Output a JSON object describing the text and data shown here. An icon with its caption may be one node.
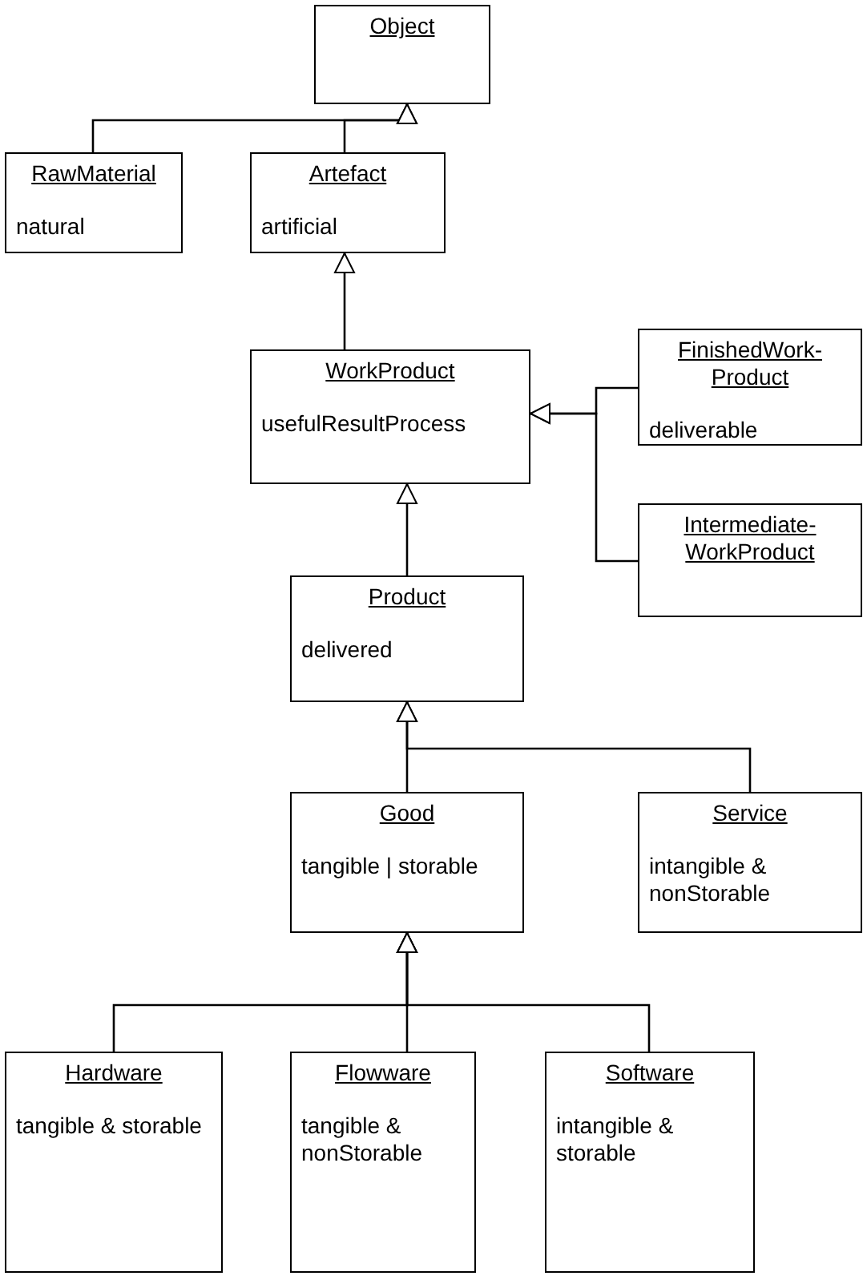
{
  "diagram": {
    "nodes": [
      {
        "text": [
          "Object"
        ]
      },
      {
        "text": [
          "RawMaterial",
          "natural"
        ]
      },
      {
        "text": [
          "Artefact",
          "artificial"
        ]
      },
      {
        "text": [
          "WorkProduct",
          "usefulResultProcess"
        ]
      },
      {
        "text": [
          "FinishedWork-Product",
          "deliverable"
        ]
      },
      {
        "text": [
          "Intermediate-WorkProduct"
        ]
      },
      {
        "text": [
          "Product",
          "delivered"
        ]
      },
      {
        "text": [
          "Good",
          "tangible | storable"
        ]
      },
      {
        "text": [
          "Service",
          "intangible & nonStorable"
        ]
      },
      {
        "text": [
          "Hardware",
          "tangible & storable"
        ]
      },
      {
        "text": [
          "Flowware",
          "tangible & nonStorable"
        ]
      },
      {
        "text": [
          "Software",
          "intangible & storable"
        ]
      }
    ],
    "edges": [
      {
        "from": 1,
        "to": 0,
        "arrow": "to"
      },
      {
        "from": 2,
        "to": 0,
        "arrow": "to"
      },
      {
        "from": 3,
        "to": 2,
        "arrow": "to"
      },
      {
        "from": 4,
        "to": 3,
        "arrow": "to"
      },
      {
        "from": 5,
        "to": 3,
        "arrow": "to"
      },
      {
        "from": 6,
        "to": 3,
        "arrow": "to"
      },
      {
        "from": 7,
        "to": 6,
        "arrow": "to"
      },
      {
        "from": 8,
        "to": 6,
        "arrow": "to"
      },
      {
        "from": 9,
        "to": 7,
        "arrow": "to"
      },
      {
        "from": 10,
        "to": 7,
        "arrow": "to"
      },
      {
        "from": 11,
        "to": 7,
        "arrow": "to"
      }
    ]
  }
}
